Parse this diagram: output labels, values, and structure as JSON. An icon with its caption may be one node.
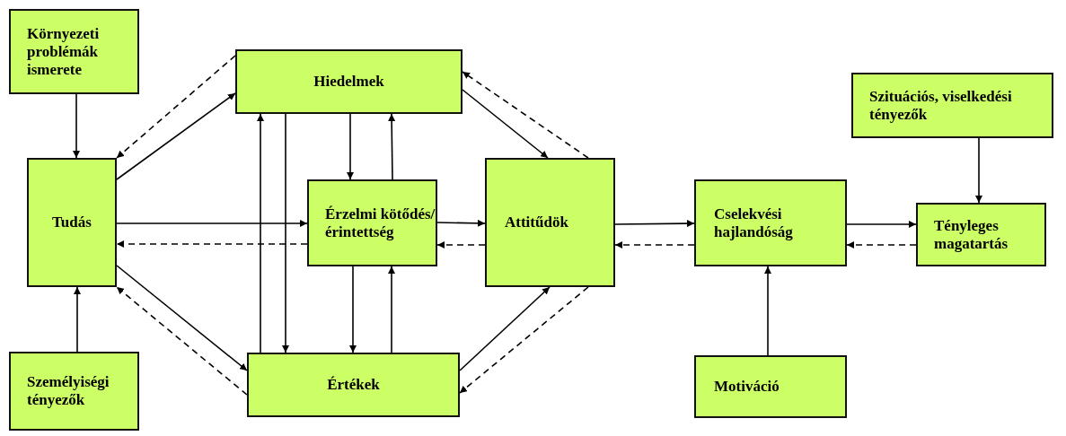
{
  "diagram": {
    "nodes": [
      {
        "text": [
          "Környezeti problémák ismerete"
        ]
      },
      {
        "text": [
          "Tudás"
        ]
      },
      {
        "text": [
          "Hiedelmek"
        ]
      },
      {
        "text": [
          "Érzelmi kötődés/ érintettség"
        ]
      },
      {
        "text": [
          "Attitűdök"
        ]
      },
      {
        "text": [
          "Értékek"
        ]
      },
      {
        "text": [
          "Cselekvési hajlandóság"
        ]
      },
      {
        "text": [
          "Szituációs, viselkedési tényezők"
        ]
      },
      {
        "text": [
          "Tényleges magatartás"
        ]
      },
      {
        "text": [
          "Személyiségi tényezők"
        ]
      },
      {
        "text": [
          "Motiváció"
        ]
      }
    ],
    "edges": [
      {
        "from": 0,
        "to": 1,
        "arrow": "to"
      },
      {
        "from": 9,
        "to": 1,
        "arrow": "to"
      },
      {
        "from": 1,
        "to": 2,
        "arrow": "to"
      },
      {
        "from": 2,
        "to": 1,
        "arrow": "to",
        "style": "dashed"
      },
      {
        "from": 1,
        "to": 3,
        "arrow": "to"
      },
      {
        "from": 3,
        "to": 1,
        "arrow": "to",
        "style": "dashed"
      },
      {
        "from": 1,
        "to": 5,
        "arrow": "to"
      },
      {
        "from": 5,
        "to": 1,
        "arrow": "to",
        "style": "dashed"
      },
      {
        "from": 2,
        "to": 4,
        "arrow": "to"
      },
      {
        "from": 4,
        "to": 2,
        "arrow": "to",
        "style": "dashed"
      },
      {
        "from": 2,
        "to": 3,
        "arrow": "to"
      },
      {
        "from": 3,
        "to": 2,
        "arrow": "to"
      },
      {
        "from": 3,
        "to": 5,
        "arrow": "to"
      },
      {
        "from": 5,
        "to": 3,
        "arrow": "to"
      },
      {
        "from": 2,
        "to": 5,
        "arrow": "to"
      },
      {
        "from": 5,
        "to": 2,
        "arrow": "to"
      },
      {
        "from": 3,
        "to": 4,
        "arrow": "to"
      },
      {
        "from": 4,
        "to": 3,
        "arrow": "to",
        "style": "dashed"
      },
      {
        "from": 5,
        "to": 4,
        "arrow": "to"
      },
      {
        "from": 4,
        "to": 5,
        "arrow": "to",
        "style": "dashed"
      },
      {
        "from": 4,
        "to": 6,
        "arrow": "to"
      },
      {
        "from": 6,
        "to": 4,
        "arrow": "to",
        "style": "dashed"
      },
      {
        "from": 6,
        "to": 8,
        "arrow": "to"
      },
      {
        "from": 8,
        "to": 6,
        "arrow": "to",
        "style": "dashed"
      },
      {
        "from": 7,
        "to": 8,
        "arrow": "to"
      },
      {
        "from": 10,
        "to": 6,
        "arrow": "to"
      }
    ]
  }
}
